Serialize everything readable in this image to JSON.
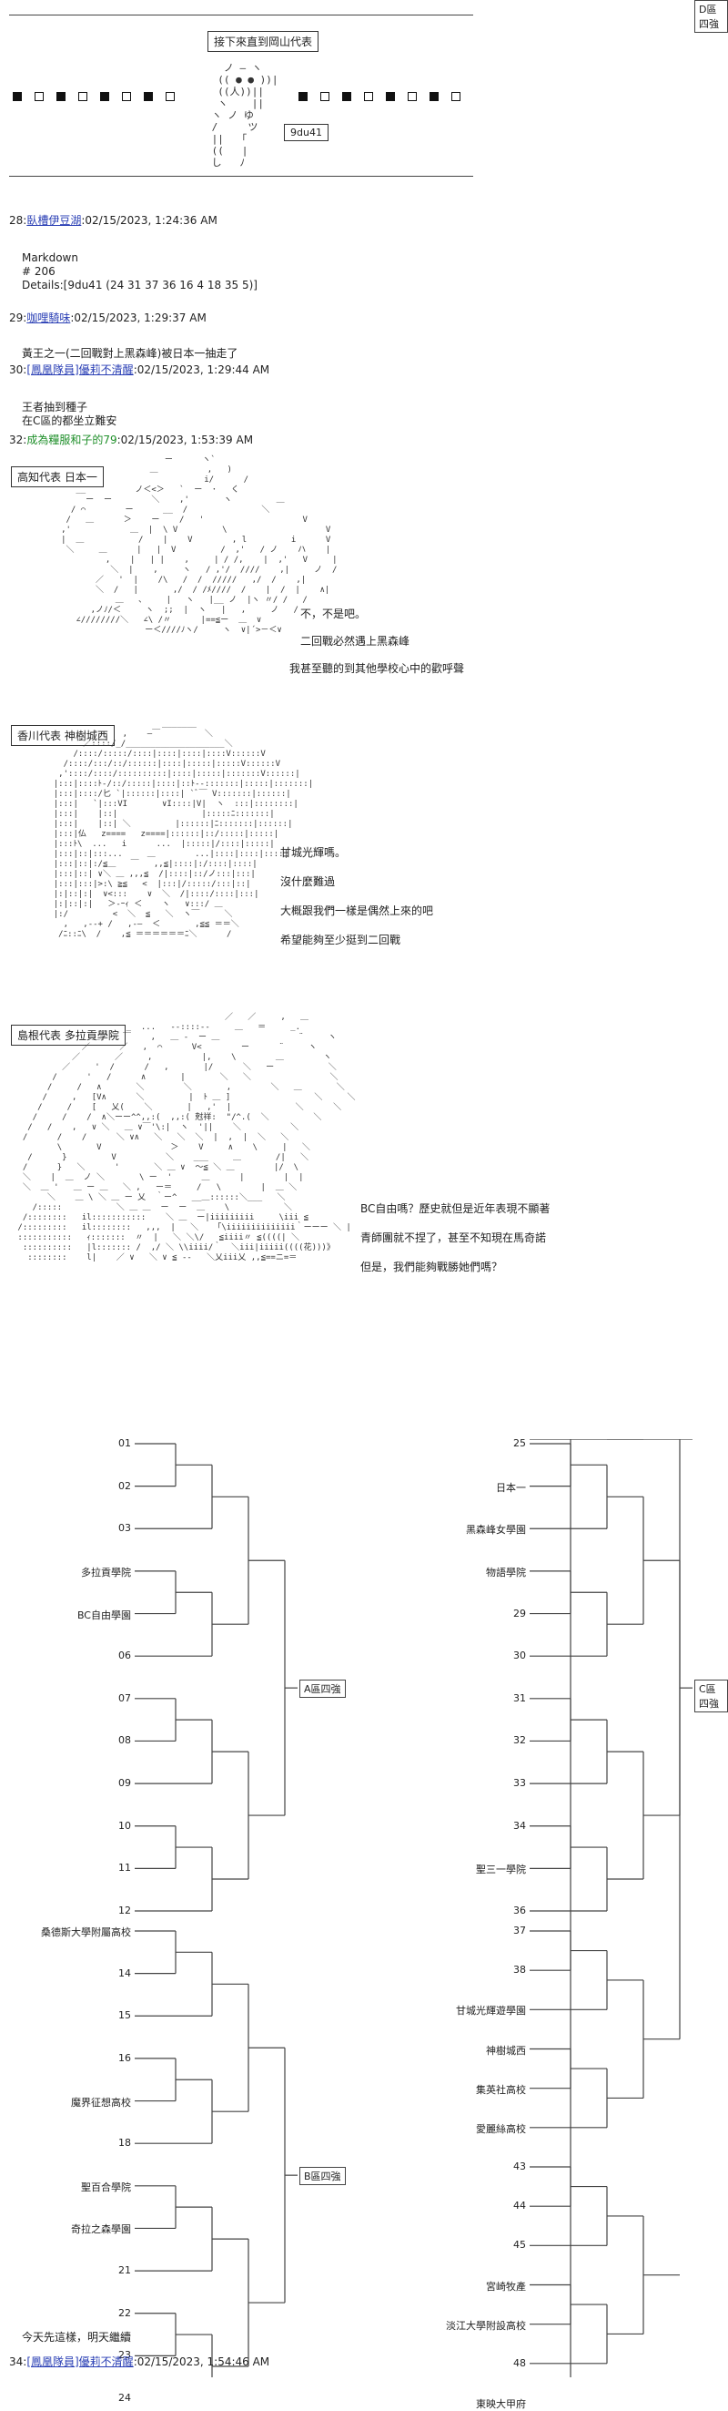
{
  "header": {
    "caption": "接下來直到岡山代表",
    "tag": "9du41",
    "aa_face": "   ノ ― ヽ\n  (( ● ● ))|\n  ((人))||\n  ヽ    ||\n ヽ ノ ゆ\n /     ツ\n ||   ｢\n ((   |\n し   ﾉ"
  },
  "squares": {
    "left": [
      "filled",
      "outline",
      "filled",
      "outline",
      "filled",
      "outline",
      "filled",
      "outline"
    ],
    "right": [
      "filled",
      "outline",
      "filled",
      "outline",
      "filled",
      "outline",
      "filled",
      "outline"
    ]
  },
  "posts": [
    {
      "num": "28:",
      "name": "臥槽伊豆湖",
      "date": ":02/15/2023, 1:24:36 AM",
      "lines": [
        "Markdown",
        "# 206",
        "Details:[9du41 (24 31 37 36 16 4 18 35 5)]"
      ]
    },
    {
      "num": "29:",
      "name": "咖哩騎味",
      "date": ":02/15/2023, 1:29:37 AM",
      "lines": [
        "黃王之一(二回戰對上黑森峰)被日本一抽走了"
      ]
    },
    {
      "num": "30:",
      "name": "[鳳凰隊員]優莉不清醒",
      "date": ":02/15/2023, 1:29:44 AM",
      "lines": [
        "王者抽到種子",
        "在C區的都坐立難安"
      ]
    },
    {
      "num": "32:",
      "name": "成為糧服和子的79",
      "date": ":02/15/2023, 1:53:39 AM",
      "lines": []
    }
  ],
  "scenes": [
    {
      "label": "高知代表 日本一",
      "lines": [
        "不，不是吧。",
        "二回戰必然遇上黑森峰",
        "我甚至聽的到其他學校心中的歡呼聲"
      ]
    },
    {
      "label": "香川代表 神樹城西",
      "lines": [
        "甘城光輝嗎。",
        "沒什麼難過",
        "大概跟我們一樣是偶然上來的吧",
        "希望能夠至少挺到二回戰"
      ]
    },
    {
      "label": "島根代表 多拉貢學院",
      "lines": [
        "BC自由嗎？歷史就但是近年表現不顯著",
        "青師團就不捏了，甚至不知現在馬奇諾",
        "但是，我們能夠戰勝她們嗎？"
      ]
    }
  ],
  "bracket": {
    "A": {
      "label": "A區四強",
      "entries": [
        "01",
        "02",
        "03",
        "多拉貢學院",
        "BC自由學園",
        "06",
        "07",
        "08",
        "09",
        "10",
        "11",
        "12"
      ]
    },
    "B": {
      "label": "B區四強",
      "entries": [
        "桑德斯大學附屬高校",
        "14",
        "15",
        "16",
        "魔界征想高校",
        "18",
        "聖百合學院",
        "奇拉之森學園",
        "21",
        "22",
        "23",
        "24"
      ]
    },
    "C": {
      "label": "C區四強",
      "entries": [
        "25",
        "日本一",
        "黑森峰女學園",
        "物語學院",
        "29",
        "30",
        "31",
        "32",
        "33",
        "34",
        "聖三一學院",
        "36"
      ]
    },
    "D": {
      "label": "D區四強",
      "entries": [
        "37",
        "38",
        "甘城光輝遊學園",
        "神樹城西",
        "集英社高校",
        "愛麗絲高校",
        "43",
        "44",
        "45",
        "宮崎牧產",
        "淡江大學附設高校",
        "48",
        "東映大甲府"
      ]
    }
  },
  "footer": {
    "note": "今天先這樣，明天繼續",
    "last_post": {
      "num": "34:",
      "name": "[鳳凰隊員]優莉不清醒",
      "date": ":02/15/2023, 1:54:46 AM"
    }
  }
}
